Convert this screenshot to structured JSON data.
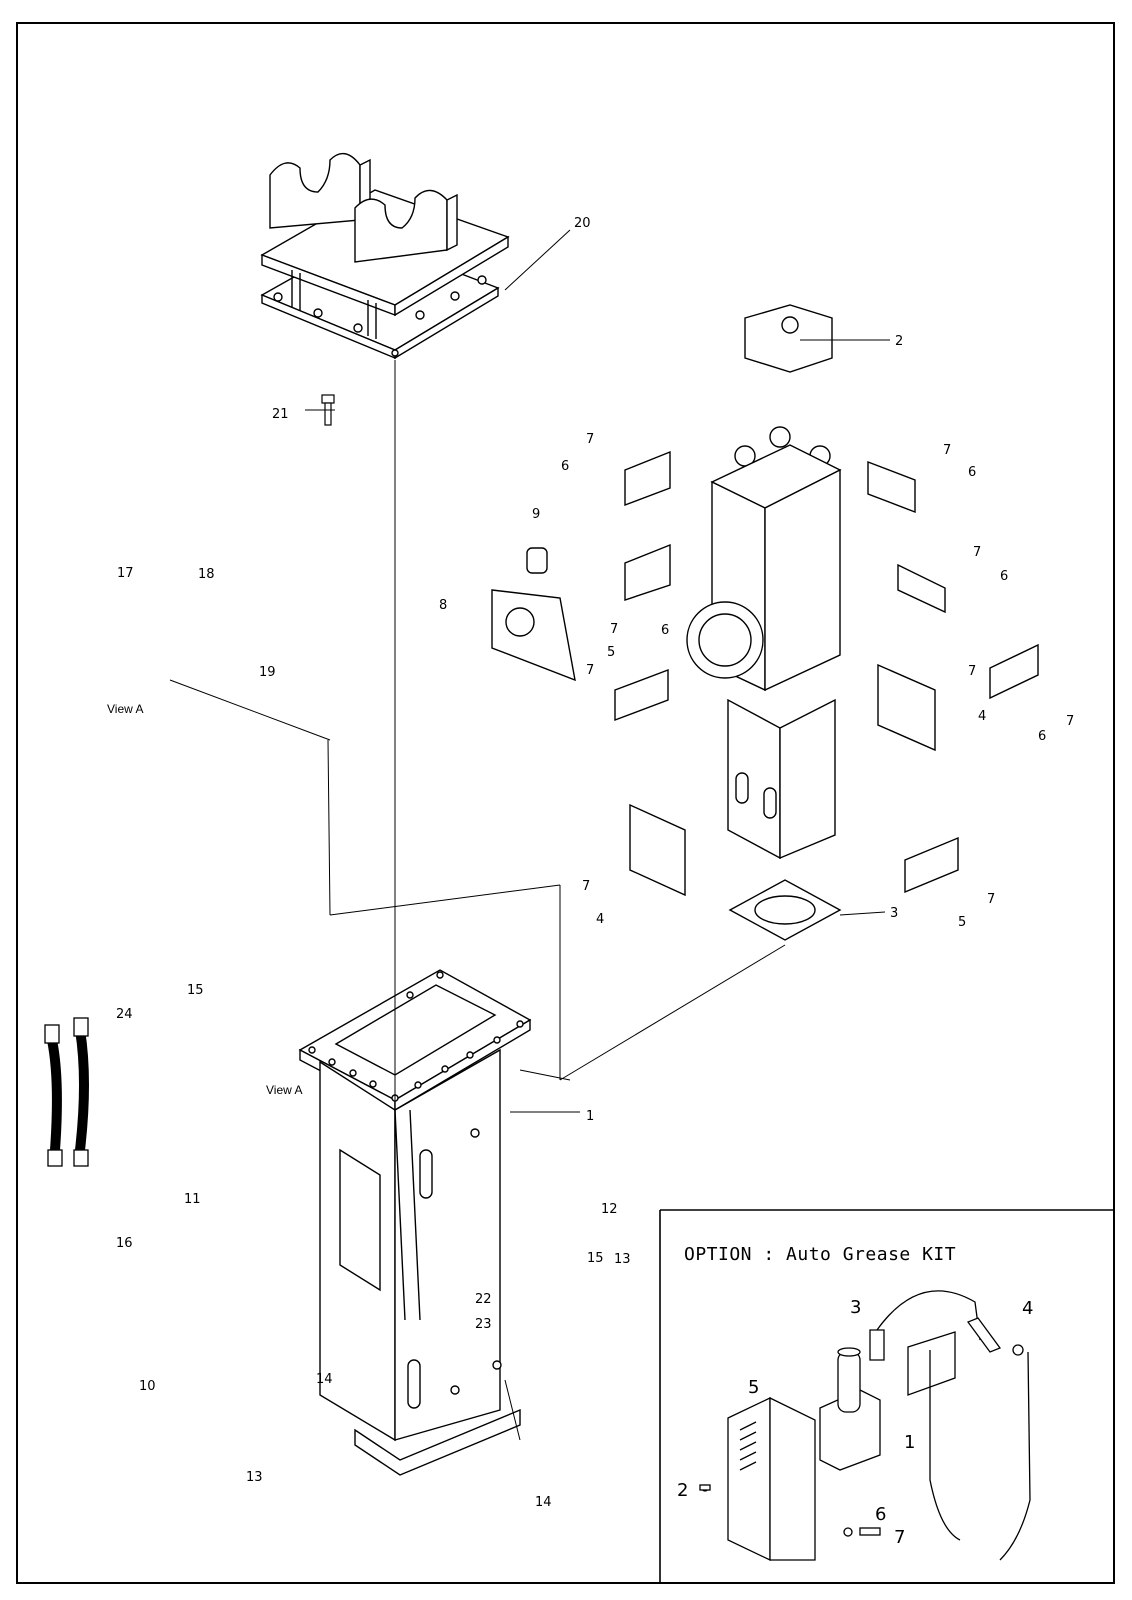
{
  "parts": [
    "1",
    "2",
    "3",
    "4",
    "5",
    "6",
    "7",
    "8",
    "9",
    "10",
    "11",
    "12",
    "13",
    "14",
    "15",
    "16",
    "17",
    "18",
    "19",
    "20",
    "21",
    "22",
    "23",
    "24"
  ],
  "view_label": "View A",
  "option_title": "OPTION : Auto Grease KIT",
  "option_parts": [
    "1",
    "2",
    "3",
    "4",
    "5",
    "6",
    "7"
  ],
  "colors": {
    "line": "#000000",
    "paper": "#ffffff"
  }
}
